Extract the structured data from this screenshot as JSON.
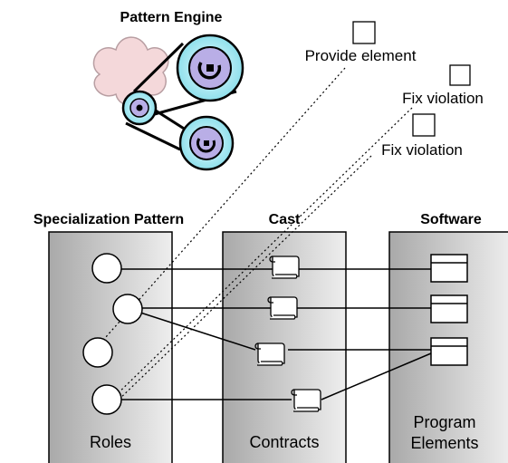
{
  "engine": {
    "title": "Pattern Engine"
  },
  "actions": [
    {
      "label": "Provide element"
    },
    {
      "label": "Fix violation"
    },
    {
      "label": "Fix violation"
    }
  ],
  "columns": {
    "pattern": {
      "title": "Specialization Pattern",
      "caption": "Roles"
    },
    "cast": {
      "title": "Cast",
      "caption": "Contracts"
    },
    "software": {
      "title": "Software",
      "caption_line1": "Program",
      "caption_line2": "Elements"
    }
  }
}
